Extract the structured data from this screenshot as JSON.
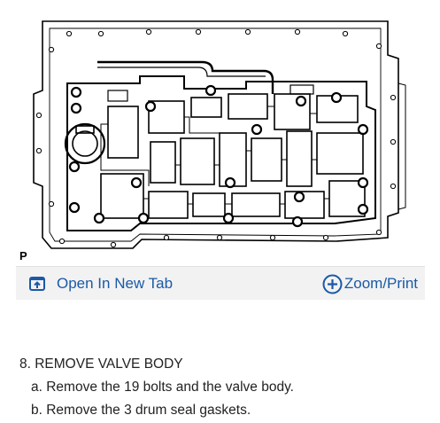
{
  "figure": {
    "label": "P"
  },
  "toolbar": {
    "open_label": "Open In New Tab",
    "zoom_label": "Zoom/Print",
    "open_icon": "open-in-new-tab-icon",
    "zoom_icon": "zoom-plus-icon",
    "accent_color": "#1a5aa6"
  },
  "instructions": {
    "title": "8. REMOVE VALVE BODY",
    "steps": [
      "a. Remove the 19 bolts and the valve body.",
      "b. Remove the 3 drum seal gaskets."
    ]
  }
}
